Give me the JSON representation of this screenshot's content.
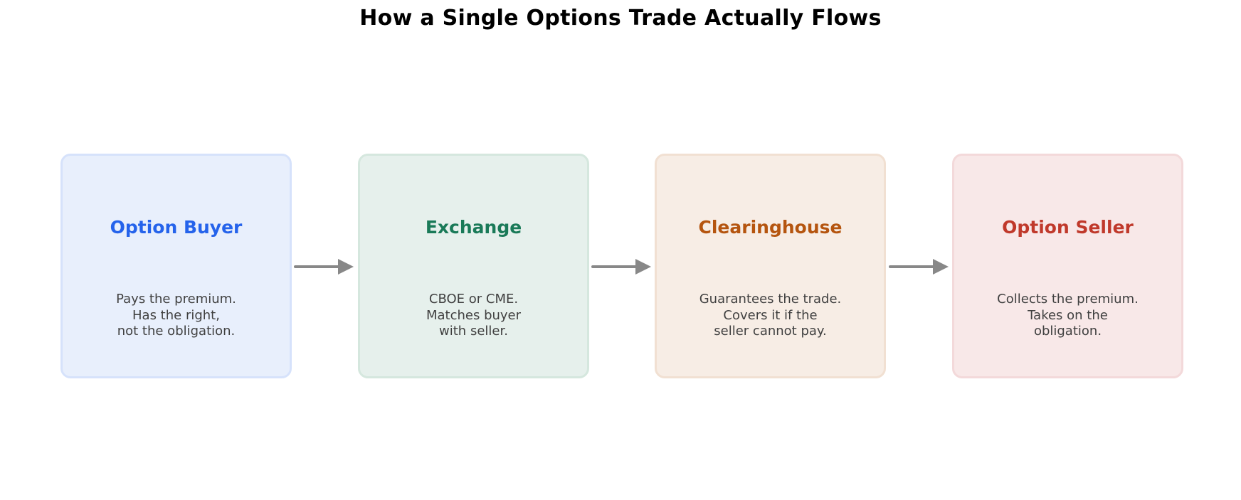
{
  "title": "How a Single Options Trade Actually Flows",
  "colors": {
    "arrow": "#888888",
    "desc_text": "#404040"
  },
  "nodes": [
    {
      "title": "Option Buyer",
      "lines": [
        "Pays the premium.",
        "Has the right,",
        "not the obligation."
      ],
      "title_color": "#2563eb",
      "fill": "#e8effc",
      "border": "#d6e2fb"
    },
    {
      "title": "Exchange",
      "lines": [
        "CBOE or CME.",
        "Matches buyer",
        "with seller."
      ],
      "title_color": "#1a7a58",
      "fill": "#e6f0ec",
      "border": "#d5e7de"
    },
    {
      "title": "Clearinghouse",
      "lines": [
        "Guarantees the trade.",
        "Covers it if the",
        "seller cannot pay."
      ],
      "title_color": "#b5550f",
      "fill": "#f7ede5",
      "border": "#f1e0d2"
    },
    {
      "title": "Option Seller",
      "lines": [
        "Collects the premium.",
        "Takes on the",
        "obligation."
      ],
      "title_color": "#c0392b",
      "fill": "#f8e8e8",
      "border": "#f3d9da"
    }
  ],
  "edges": [
    {
      "from": "Option Buyer",
      "to": "Exchange"
    },
    {
      "from": "Exchange",
      "to": "Clearinghouse"
    },
    {
      "from": "Clearinghouse",
      "to": "Option Seller"
    }
  ]
}
